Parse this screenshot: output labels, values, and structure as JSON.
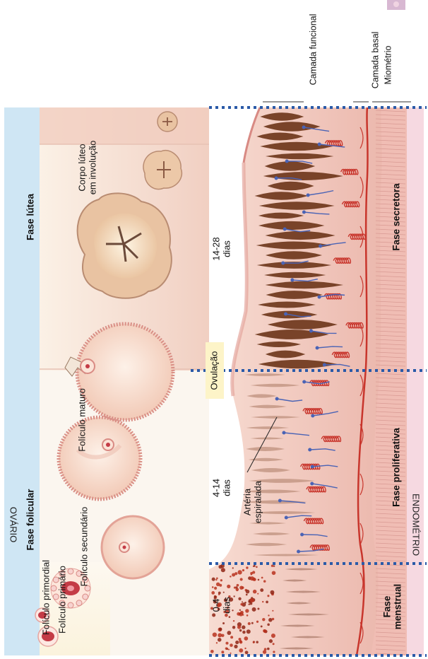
{
  "diagram": {
    "sections": {
      "ovary": "OVÁRIO",
      "endometrium": "ENDOMÉTRIO"
    },
    "ovarian_phases": {
      "follicular": "Fase folicular",
      "luteal": "Fase lútea"
    },
    "endometrial_phases": {
      "menstrual": [
        "Fase",
        "menstrual"
      ],
      "proliferative": "Fase proliferativa",
      "secretory": "Fase secretora"
    },
    "follicles": {
      "primordial": "Folículo primordial",
      "primary": "Folículo primário",
      "secondary": "Folículo secundário",
      "mature": "Folículo maturo",
      "corpus_luteum": [
        "Corpo lúteo",
        "em involução"
      ]
    },
    "days": {
      "menstrual": [
        "0-4",
        "dias"
      ],
      "proliferative": [
        "4-14",
        "dias"
      ],
      "secretory": [
        "14-28",
        "dias"
      ]
    },
    "ovulation": "Ovulação",
    "spiral_artery": [
      "Artéria",
      "espiralada"
    ],
    "layers": {
      "functional": "Camada funcional",
      "basal": "Camada basal",
      "myometrium": "Miométrio"
    },
    "colors": {
      "ovary_band": "#cfe6f4",
      "endometrium_band": "#f6d9e1",
      "follicular_bg": "#fbf3e6",
      "luteal_bg": "#f8e2d4",
      "dotted_line": "#2a5aa8",
      "tissue": "#f2c8c0",
      "artery": "#c8352c",
      "vein": "#4a63b5",
      "gland": "#6b3418"
    }
  }
}
